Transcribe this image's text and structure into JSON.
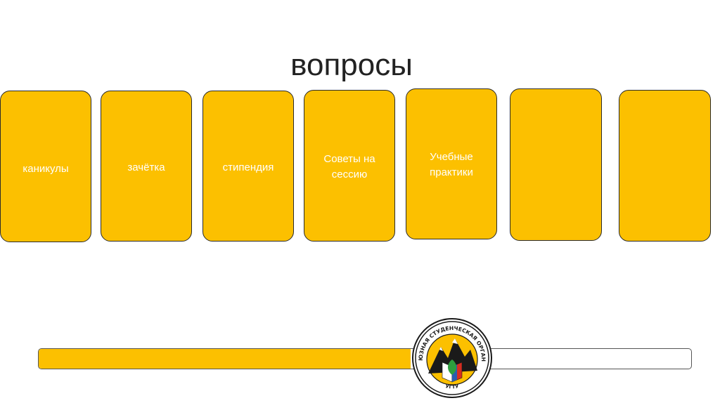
{
  "slide": {
    "title": "вопросы"
  },
  "cards": [
    {
      "label_lines": [
        "каникулы"
      ]
    },
    {
      "label_lines": [
        "зачётка"
      ]
    },
    {
      "label_lines": [
        "стипендия"
      ]
    },
    {
      "label_lines": [
        "Советы на",
        "сессию"
      ]
    },
    {
      "label_lines": [
        "Учебные",
        "практики"
      ]
    },
    {
      "label_lines": []
    },
    {
      "label_lines": []
    }
  ],
  "progress": {
    "fraction": 0.57
  },
  "logo": {
    "ring_text": "ПРОФСОЮЗНАЯ СТУДЕНЧЕСКАЯ ОРГАНИЗАЦИЯ",
    "bottom_text": "УГТУ"
  },
  "colors": {
    "card_fill": "#fcc000",
    "card_border": "#2b2b2b",
    "card_text": "#ffffff",
    "title_text": "#222222"
  }
}
